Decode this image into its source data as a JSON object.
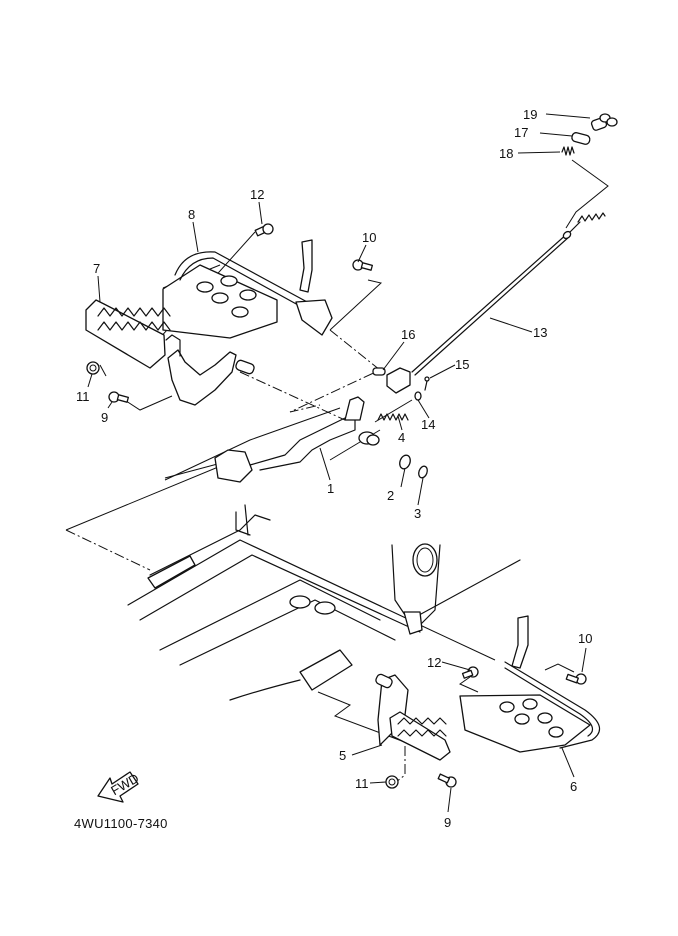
{
  "diagram": {
    "type": "exploded-parts-diagram",
    "drawing_code": "4WU1100-7340",
    "direction_indicator": "FWD",
    "callouts": [
      {
        "id": "c1",
        "number": "1",
        "part": "brake pedal"
      },
      {
        "id": "c2",
        "number": "2",
        "part": "washer"
      },
      {
        "id": "c3",
        "number": "3",
        "part": "circlip"
      },
      {
        "id": "c4",
        "number": "4",
        "part": "return spring"
      },
      {
        "id": "c5",
        "number": "5",
        "part": "footrest bracket (right)"
      },
      {
        "id": "c6",
        "number": "6",
        "part": "footrest guard (right)"
      },
      {
        "id": "c7",
        "number": "7",
        "part": "footrest bracket (left)"
      },
      {
        "id": "c8",
        "number": "8",
        "part": "footrest guard (left)"
      },
      {
        "id": "c9a",
        "number": "9",
        "part": "bolt"
      },
      {
        "id": "c9b",
        "number": "9",
        "part": "bolt"
      },
      {
        "id": "c10a",
        "number": "10",
        "part": "bolt"
      },
      {
        "id": "c10b",
        "number": "10",
        "part": "bolt"
      },
      {
        "id": "c11a",
        "number": "11",
        "part": "nut"
      },
      {
        "id": "c11b",
        "number": "11",
        "part": "nut"
      },
      {
        "id": "c12a",
        "number": "12",
        "part": "bolt"
      },
      {
        "id": "c12b",
        "number": "12",
        "part": "bolt"
      },
      {
        "id": "c13",
        "number": "13",
        "part": "brake rod / cable"
      },
      {
        "id": "c14",
        "number": "14",
        "part": "washer"
      },
      {
        "id": "c15",
        "number": "15",
        "part": "cotter pin"
      },
      {
        "id": "c16",
        "number": "16",
        "part": "pin"
      },
      {
        "id": "c17",
        "number": "17",
        "part": "joint"
      },
      {
        "id": "c18",
        "number": "18",
        "part": "spring"
      },
      {
        "id": "c19",
        "number": "19",
        "part": "adjusting nut"
      }
    ]
  }
}
